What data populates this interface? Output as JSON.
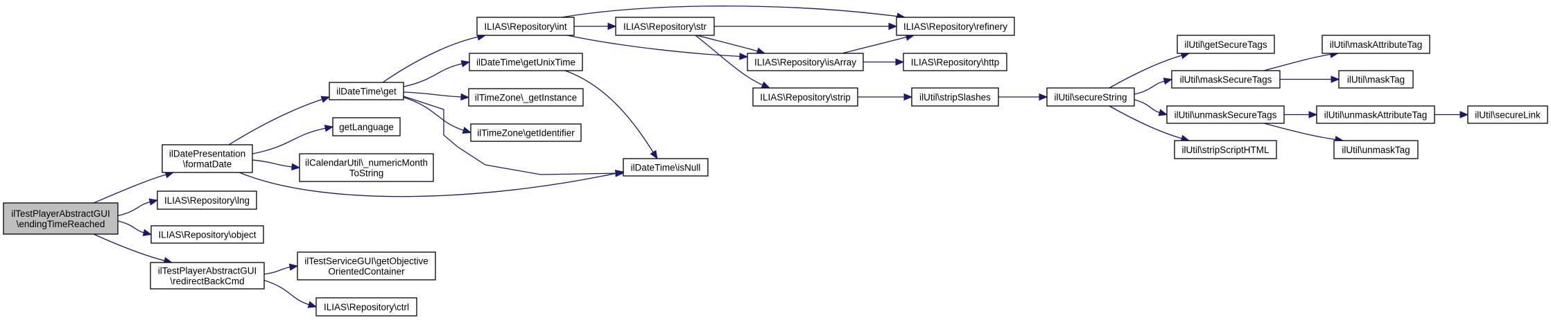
{
  "diagram": {
    "type": "call-graph",
    "colors": {
      "root_fill": "#bfbfbf",
      "node_fill": "#ffffff",
      "node_border": "#000000",
      "edge": "#191970"
    },
    "root": "ilTestPlayerAbstractGUI\\endingTimeReached",
    "nodes": [
      {
        "id": "root",
        "lines": [
          "ilTestPlayerAbstractGUI",
          "\\endingTimeReached"
        ],
        "is_root": true
      },
      {
        "id": "formatDate",
        "lines": [
          "ilDatePresentation",
          "\\formatDate"
        ]
      },
      {
        "id": "lng",
        "lines": [
          "ILIAS\\Repository\\lng"
        ]
      },
      {
        "id": "object",
        "lines": [
          "ILIAS\\Repository\\object"
        ]
      },
      {
        "id": "redirectBackCmd",
        "lines": [
          "ilTestPlayerAbstractGUI",
          "\\redirectBackCmd"
        ]
      },
      {
        "id": "dtGet",
        "lines": [
          "ilDateTime\\get"
        ]
      },
      {
        "id": "getLanguage",
        "lines": [
          "getLanguage"
        ]
      },
      {
        "id": "numericMonth",
        "lines": [
          "ilCalendarUtil\\_numericMonth",
          "ToString"
        ]
      },
      {
        "id": "getObjective",
        "lines": [
          "ilTestServiceGUI\\getObjective",
          "OrientedContainer"
        ]
      },
      {
        "id": "ctrl",
        "lines": [
          "ILIAS\\Repository\\ctrl"
        ]
      },
      {
        "id": "int",
        "lines": [
          "ILIAS\\Repository\\int"
        ]
      },
      {
        "id": "getUnixTime",
        "lines": [
          "ilDateTime\\getUnixTime"
        ]
      },
      {
        "id": "getInstance",
        "lines": [
          "ilTimeZone\\_getInstance"
        ]
      },
      {
        "id": "getIdentifier",
        "lines": [
          "ilTimeZone\\getIdentifier"
        ]
      },
      {
        "id": "str",
        "lines": [
          "ILIAS\\Repository\\str"
        ]
      },
      {
        "id": "isNull",
        "lines": [
          "ilDateTime\\isNull"
        ]
      },
      {
        "id": "refinery",
        "lines": [
          "ILIAS\\Repository\\refinery"
        ]
      },
      {
        "id": "isArray",
        "lines": [
          "ILIAS\\Repository\\isArray"
        ]
      },
      {
        "id": "http",
        "lines": [
          "ILIAS\\Repository\\http"
        ]
      },
      {
        "id": "strip",
        "lines": [
          "ILIAS\\Repository\\strip"
        ]
      },
      {
        "id": "stripSlashes",
        "lines": [
          "ilUtil\\stripSlashes"
        ]
      },
      {
        "id": "secureString",
        "lines": [
          "ilUtil\\secureString"
        ]
      },
      {
        "id": "getSecureTags",
        "lines": [
          "ilUtil\\getSecureTags"
        ]
      },
      {
        "id": "maskSecureTags",
        "lines": [
          "ilUtil\\maskSecureTags"
        ]
      },
      {
        "id": "unmaskSecureTags",
        "lines": [
          "ilUtil\\unmaskSecureTags"
        ]
      },
      {
        "id": "stripScriptHTML",
        "lines": [
          "ilUtil\\stripScriptHTML"
        ]
      },
      {
        "id": "maskAttributeTag",
        "lines": [
          "ilUtil\\maskAttributeTag"
        ]
      },
      {
        "id": "maskTag",
        "lines": [
          "ilUtil\\maskTag"
        ]
      },
      {
        "id": "unmaskAttributeTag",
        "lines": [
          "ilUtil\\unmaskAttributeTag"
        ]
      },
      {
        "id": "unmaskTag",
        "lines": [
          "ilUtil\\unmaskTag"
        ]
      },
      {
        "id": "secureLink",
        "lines": [
          "ilUtil\\secureLink"
        ]
      }
    ],
    "edges": [
      {
        "from": "root",
        "to": "formatDate"
      },
      {
        "from": "root",
        "to": "lng"
      },
      {
        "from": "root",
        "to": "object"
      },
      {
        "from": "root",
        "to": "redirectBackCmd"
      },
      {
        "from": "formatDate",
        "to": "dtGet"
      },
      {
        "from": "formatDate",
        "to": "getLanguage"
      },
      {
        "from": "formatDate",
        "to": "numericMonth"
      },
      {
        "from": "formatDate",
        "to": "isNull"
      },
      {
        "from": "redirectBackCmd",
        "to": "getObjective"
      },
      {
        "from": "redirectBackCmd",
        "to": "ctrl"
      },
      {
        "from": "dtGet",
        "to": "int"
      },
      {
        "from": "dtGet",
        "to": "getUnixTime"
      },
      {
        "from": "dtGet",
        "to": "getInstance"
      },
      {
        "from": "dtGet",
        "to": "getIdentifier"
      },
      {
        "from": "dtGet",
        "to": "isNull"
      },
      {
        "from": "getUnixTime",
        "to": "isNull"
      },
      {
        "from": "int",
        "to": "str"
      },
      {
        "from": "int",
        "to": "refinery"
      },
      {
        "from": "int",
        "to": "isArray"
      },
      {
        "from": "str",
        "to": "refinery"
      },
      {
        "from": "str",
        "to": "isArray"
      },
      {
        "from": "str",
        "to": "strip"
      },
      {
        "from": "isArray",
        "to": "refinery"
      },
      {
        "from": "isArray",
        "to": "http"
      },
      {
        "from": "strip",
        "to": "stripSlashes"
      },
      {
        "from": "stripSlashes",
        "to": "secureString"
      },
      {
        "from": "secureString",
        "to": "getSecureTags"
      },
      {
        "from": "secureString",
        "to": "maskSecureTags"
      },
      {
        "from": "secureString",
        "to": "unmaskSecureTags"
      },
      {
        "from": "secureString",
        "to": "stripScriptHTML"
      },
      {
        "from": "maskSecureTags",
        "to": "maskAttributeTag"
      },
      {
        "from": "maskSecureTags",
        "to": "maskTag"
      },
      {
        "from": "unmaskSecureTags",
        "to": "unmaskAttributeTag"
      },
      {
        "from": "unmaskSecureTags",
        "to": "unmaskTag"
      },
      {
        "from": "unmaskAttributeTag",
        "to": "secureLink"
      }
    ]
  }
}
